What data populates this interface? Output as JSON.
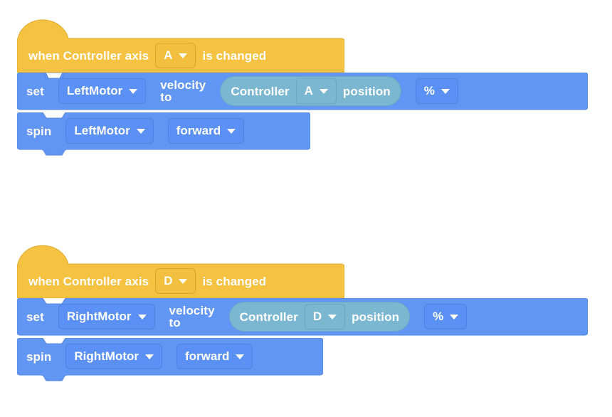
{
  "meta": {
    "editor": "block-coding-workspace",
    "canvas_background": "#ffffff"
  },
  "colors": {
    "event_block": "#f5c242",
    "event_block_border": "#ddab30",
    "motion_block": "#6296f5",
    "motion_block_border": "#5486dd",
    "reporter_block": "#7cb7d2",
    "reporter_block_border": "#6ba7c4",
    "field_blue": "#5b91f4",
    "field_yellow": "#f2bf3e",
    "text": "#ffffff"
  },
  "stacks": [
    {
      "id": "stack-a",
      "hat": {
        "label_before": "when Controller axis",
        "axis_value": "A",
        "label_after": "is changed",
        "caret_icon": "chevron-down-icon"
      },
      "blocks": [
        {
          "kind": "set-velocity",
          "label_set": "set",
          "motor_value": "LeftMotor",
          "label_velocity_to": "velocity to",
          "reporter": {
            "label_controller": "Controller",
            "axis_value": "A",
            "label_position": "position"
          },
          "unit_value": "%"
        },
        {
          "kind": "spin",
          "label_spin": "spin",
          "motor_value": "LeftMotor",
          "direction_value": "forward"
        }
      ]
    },
    {
      "id": "stack-d",
      "hat": {
        "label_before": "when Controller axis",
        "axis_value": "D",
        "label_after": "is changed",
        "caret_icon": "chevron-down-icon"
      },
      "blocks": [
        {
          "kind": "set-velocity",
          "label_set": "set",
          "motor_value": "RightMotor",
          "label_velocity_to": "velocity to",
          "reporter": {
            "label_controller": "Controller",
            "axis_value": "D",
            "label_position": "position"
          },
          "unit_value": "%"
        },
        {
          "kind": "spin",
          "label_spin": "spin",
          "motor_value": "RightMotor",
          "direction_value": "forward"
        }
      ]
    }
  ]
}
